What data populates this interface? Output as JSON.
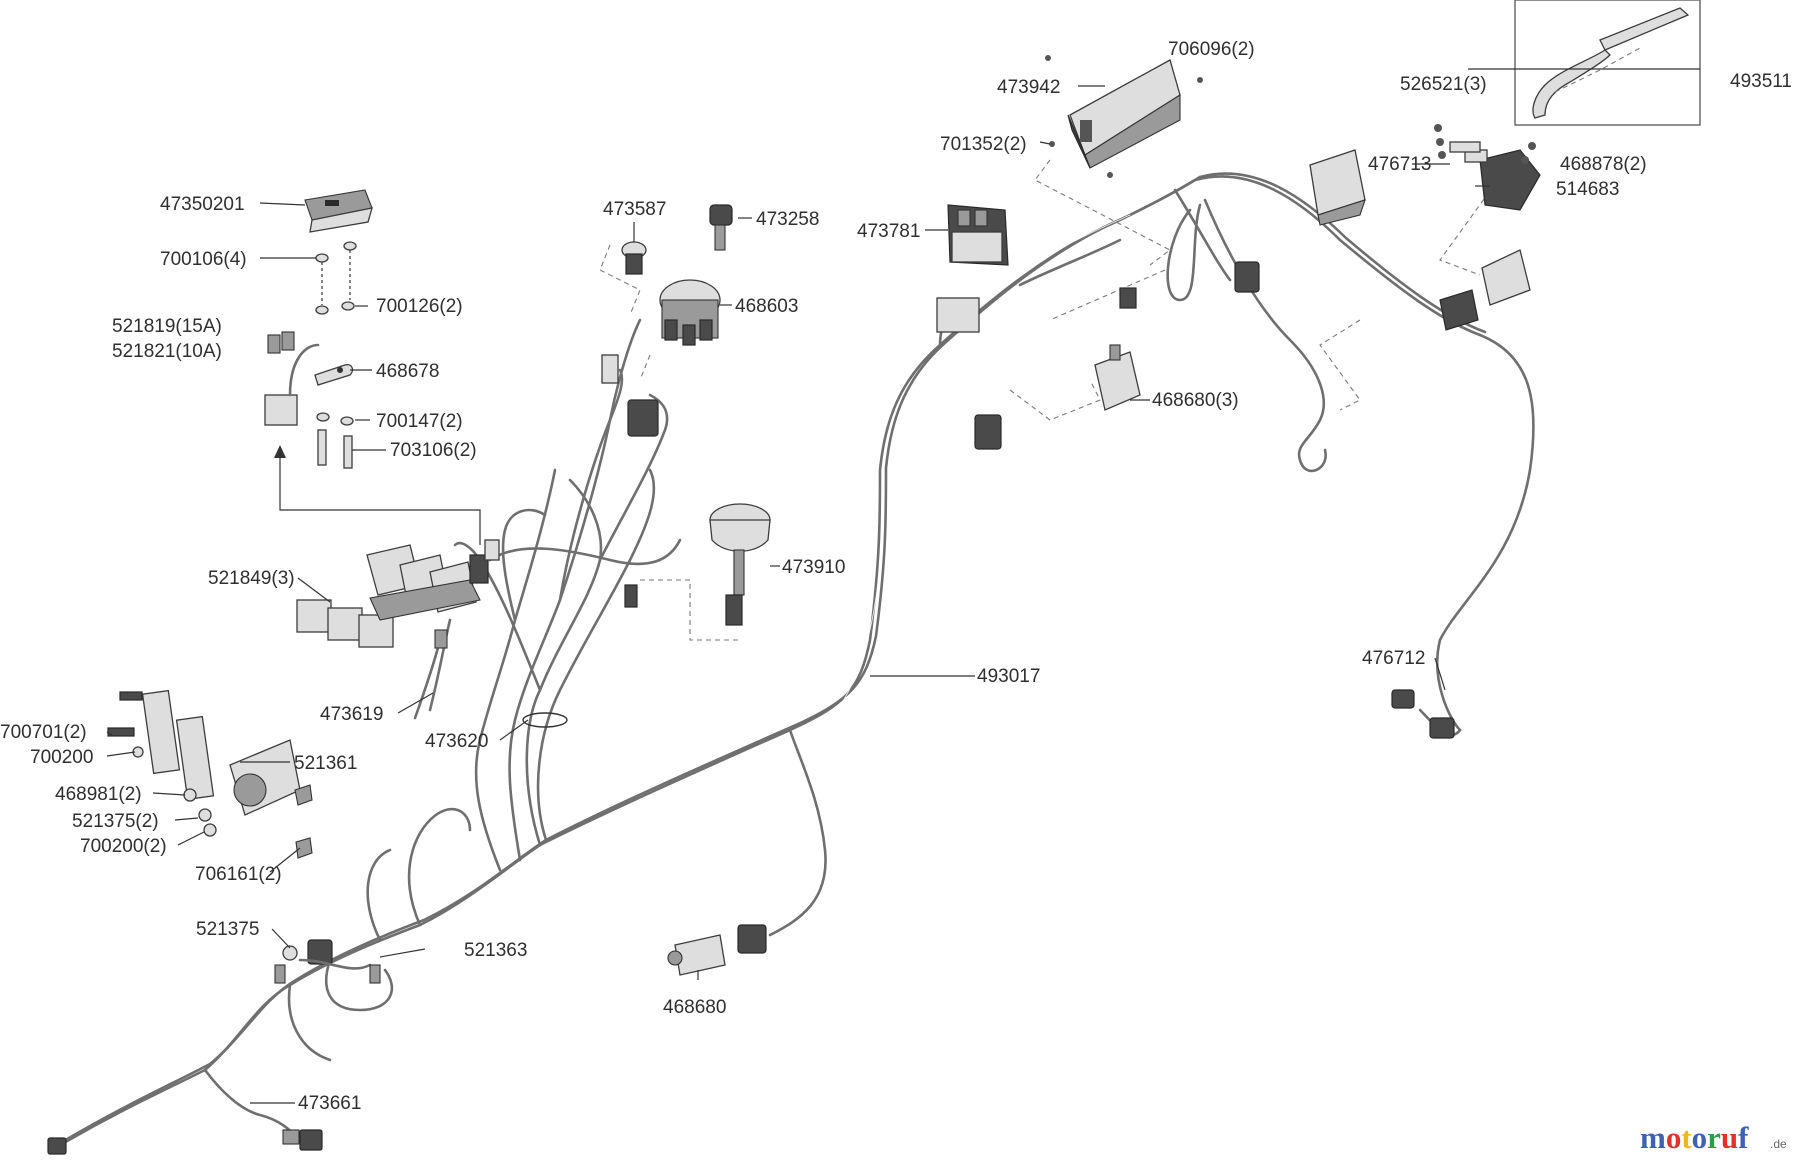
{
  "labels": {
    "p47350201": "47350201",
    "p700106": "700106(4)",
    "p700126": "700126(2)",
    "p521819": "521819(15A)",
    "p521821": "521821(10A)",
    "p468678": "468678",
    "p700147": "700147(2)",
    "p703106": "703106(2)",
    "p473587": "473587",
    "p473258": "473258",
    "p468603": "468603",
    "p473781": "473781",
    "p473942": "473942",
    "p706096": "706096(2)",
    "p701352": "701352(2)",
    "p526521": "526521(3)",
    "p493511": "493511",
    "p476713": "476713",
    "p468878": "468878(2)",
    "p514683": "514683",
    "p468680_3": "468680(3)",
    "p473910": "473910",
    "p521849": "521849(3)",
    "p473619": "473619",
    "p473620": "473620",
    "p493017": "493017",
    "p476712": "476712",
    "p700701": "700701(2)",
    "p700200": "700200",
    "p521361": "521361",
    "p468981": "468981(2)",
    "p521375_2": "521375(2)",
    "p700200_2": "700200(2)",
    "p706161": "706161(2)",
    "p521375": "521375",
    "p521363": "521363",
    "p468680": "468680",
    "p473661": "473661"
  },
  "watermark": {
    "brand": "motoruf",
    "tld": ".de",
    "colors": [
      "#3e62b0",
      "#e0312b",
      "#f3b51c",
      "#3e62b0",
      "#2f9a4a",
      "#e0312b",
      "#3e62b0"
    ]
  }
}
